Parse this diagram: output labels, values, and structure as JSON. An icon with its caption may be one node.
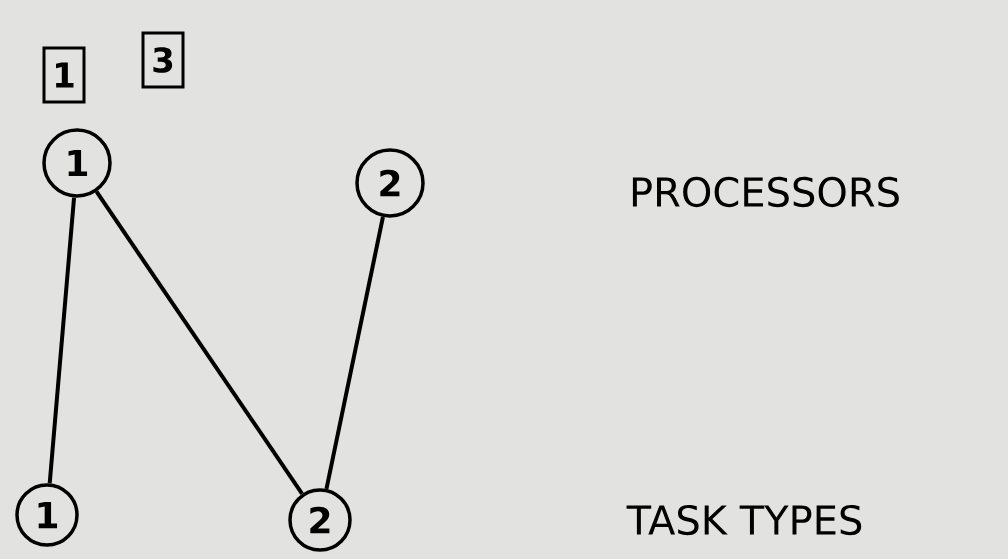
{
  "diagram": {
    "nodes": [
      {
        "text": [
          "1"
        ]
      },
      {
        "text": [
          "3"
        ]
      },
      {
        "text": [
          "1"
        ]
      },
      {
        "text": [
          "2"
        ]
      },
      {
        "text": [
          "1"
        ]
      },
      {
        "text": [
          "2"
        ]
      }
    ],
    "edges": [
      {
        "from": 2,
        "to": 4,
        "arrow": "none"
      },
      {
        "from": 2,
        "to": 5,
        "arrow": "none"
      },
      {
        "from": 3,
        "to": 5,
        "arrow": "none"
      }
    ],
    "labels": [
      "PROCESSORS",
      "TASK TYPES"
    ]
  }
}
